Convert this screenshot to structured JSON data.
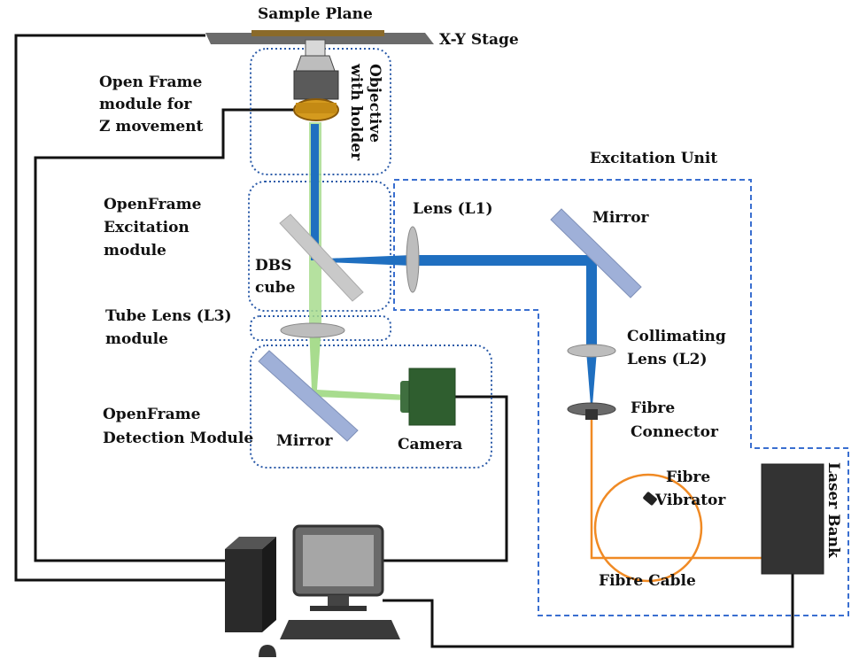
{
  "labels": {
    "sample_plane": "Sample Plane",
    "xy_stage": "X-Y Stage",
    "open_frame_z": [
      "Open Frame",
      "module for",
      "Z movement"
    ],
    "objective": [
      "Objective",
      "with holder"
    ],
    "excitation_unit": "Excitation Unit",
    "excitation_module": [
      "OpenFrame",
      "Excitation",
      "module"
    ],
    "lens_l1": "Lens (L1)",
    "mirror_top": "Mirror",
    "dbs_cube": [
      "DBS",
      "cube"
    ],
    "tube_lens": [
      "Tube  Lens  (L3)",
      "module"
    ],
    "collimating_lens": [
      "Collimating",
      "Lens (L2)"
    ],
    "fibre_connector": [
      "Fibre",
      "Connector"
    ],
    "detection_module": [
      "OpenFrame",
      "Detection Module"
    ],
    "mirror_bottom": "Mirror",
    "camera": "Camera",
    "fibre_vibrator": [
      "Fibre",
      "Vibrator"
    ],
    "laser_bank": "Laser Bank",
    "fibre_cable": "Fibre Cable"
  },
  "colors": {
    "excitation_beam": "#1f6fc0",
    "emission_beam": "#a8dc8e",
    "fibre": "#f08a24",
    "stage": "#6b6b6b",
    "sample": "#8a6a2a",
    "camera": "#2f5e2f",
    "laser_bank": "#333333",
    "module_border": "#2a5aa8",
    "excitation_border": "#3a6fd0"
  }
}
